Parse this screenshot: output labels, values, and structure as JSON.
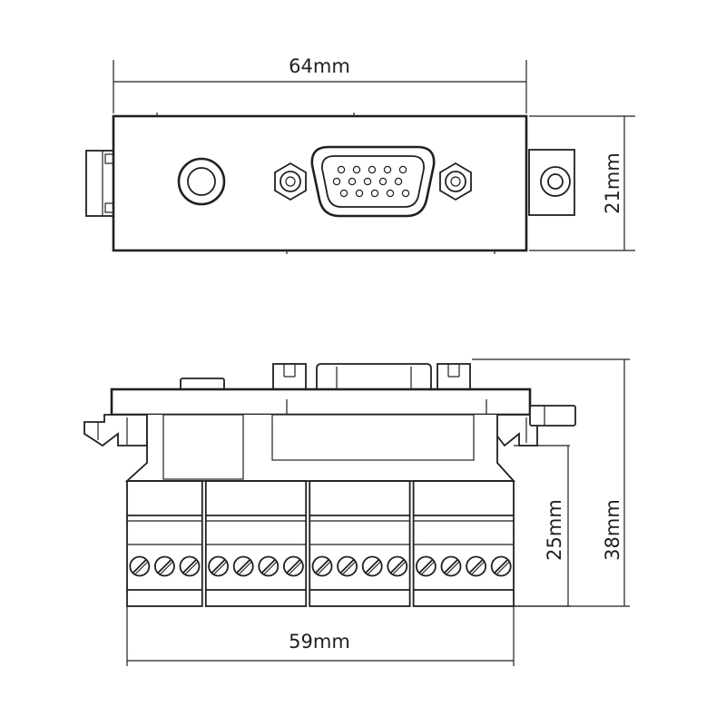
{
  "dimensions": {
    "top_width": "64mm",
    "top_height": "21mm",
    "body_depth": "25mm",
    "total_depth": "38mm",
    "bottom_width": "59mm"
  },
  "views": {
    "front": {
      "connectors": [
        "3.5mm-audio-jack",
        "vga-15-pin-socket"
      ],
      "vga_pins": 15
    },
    "side": {
      "terminal_blocks": [
        3,
        4,
        4,
        4
      ]
    }
  },
  "colors": {
    "line": "#231f20",
    "background": "#ffffff"
  }
}
